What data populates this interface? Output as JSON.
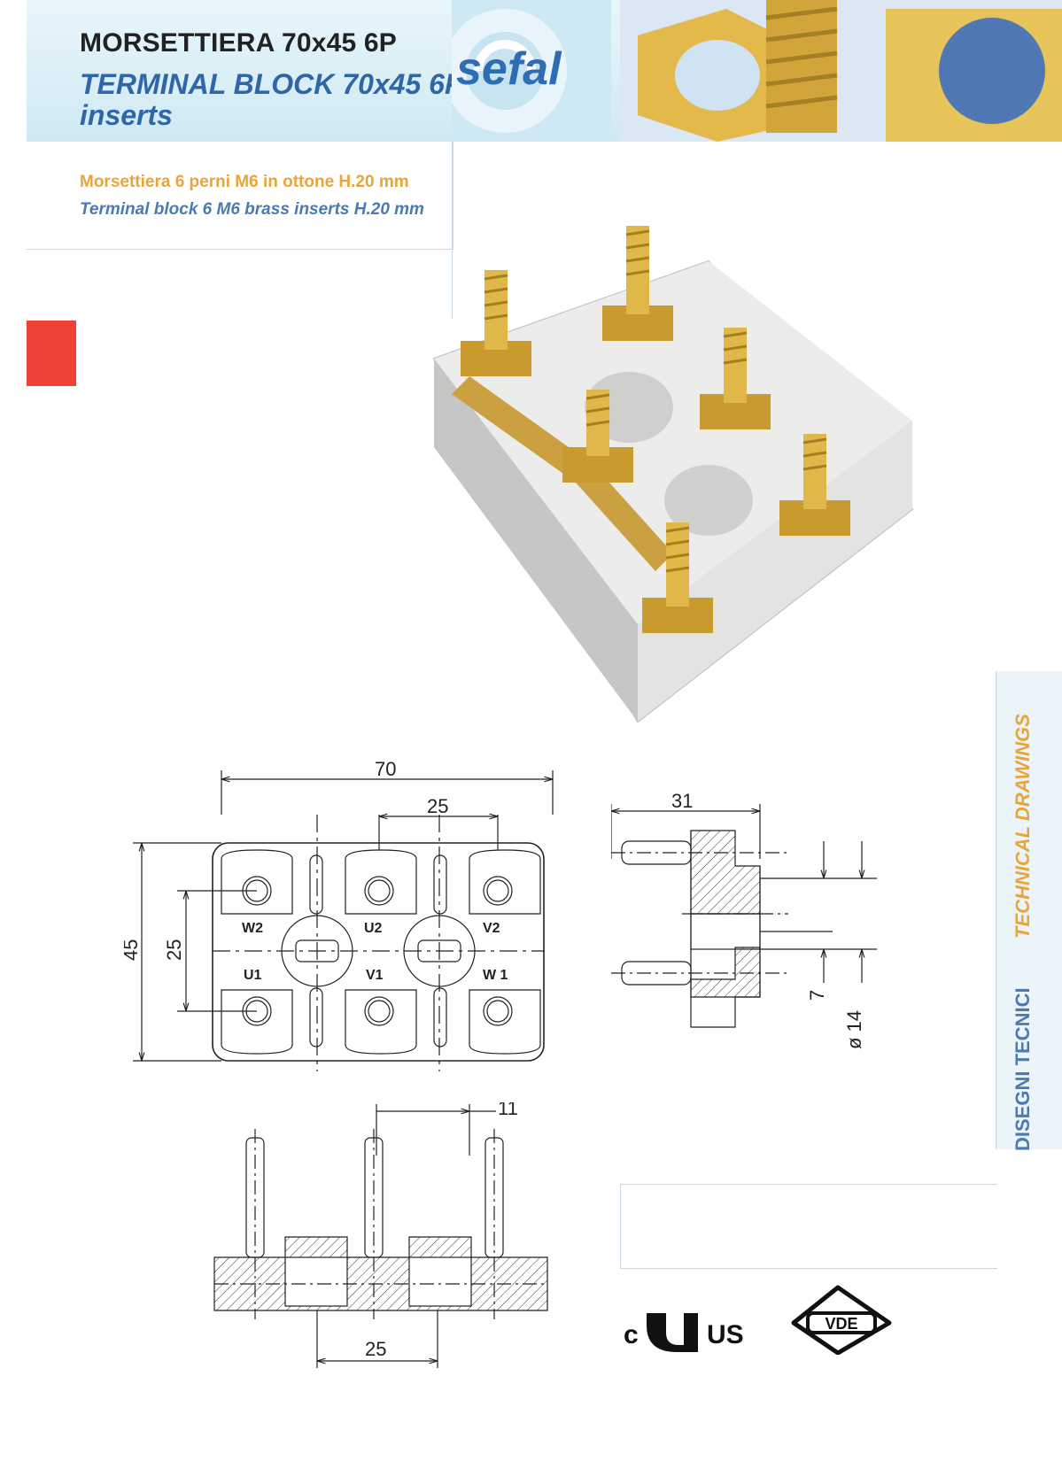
{
  "header": {
    "title_it": "MORSETTIERA 70x45 6P",
    "title_en_line1": "TERMINAL BLOCK 70x45 6P",
    "title_en_line2": "inserts",
    "brand": "sefal"
  },
  "subtitle": {
    "it": "Morsettiera 6 perni M6 in ottone H.20 mm",
    "en": "Terminal block 6 M6 brass inserts H.20 mm"
  },
  "side_tab": {
    "en": "TECHNICAL DRAWINGS",
    "it": "DISEGNI TECNICI"
  },
  "drawing": {
    "width_dim": "70",
    "pitch_dim": "25",
    "height_dim": "45",
    "row_pitch_dim": "25",
    "side_width_dim": "31",
    "side_small_dim": "7",
    "hole_dim": "ø 14",
    "offset_dim": "11",
    "bottom_pitch_dim": "25",
    "terminals_top": [
      "W2",
      "U2",
      "V2"
    ],
    "terminals_bottom": [
      "U1",
      "V1",
      "W 1"
    ]
  },
  "certifications": {
    "ul_left": "c",
    "ul_right": "US",
    "vde": "VDE"
  },
  "colors": {
    "accent_orange": "#e8a53a",
    "accent_blue": "#2f66a8",
    "red_marker": "#ef4135",
    "brass": "#d8b24a"
  }
}
